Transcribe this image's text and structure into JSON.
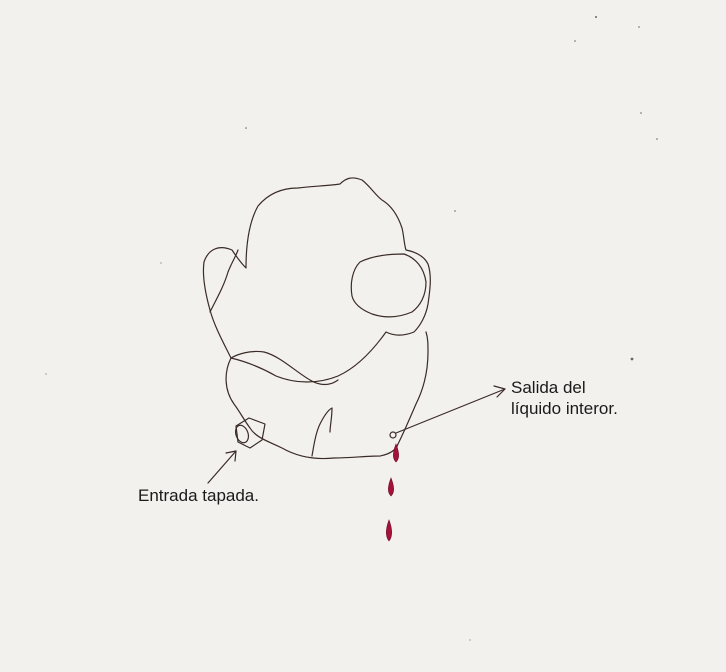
{
  "labels": {
    "outlet_line1": "Salida del",
    "outlet_line2": "líquido interor.",
    "inlet": "Entrada tapada."
  },
  "colors": {
    "paper": "#f3f1ee",
    "ink": "#3a2b26",
    "drop": "#a4123a"
  }
}
